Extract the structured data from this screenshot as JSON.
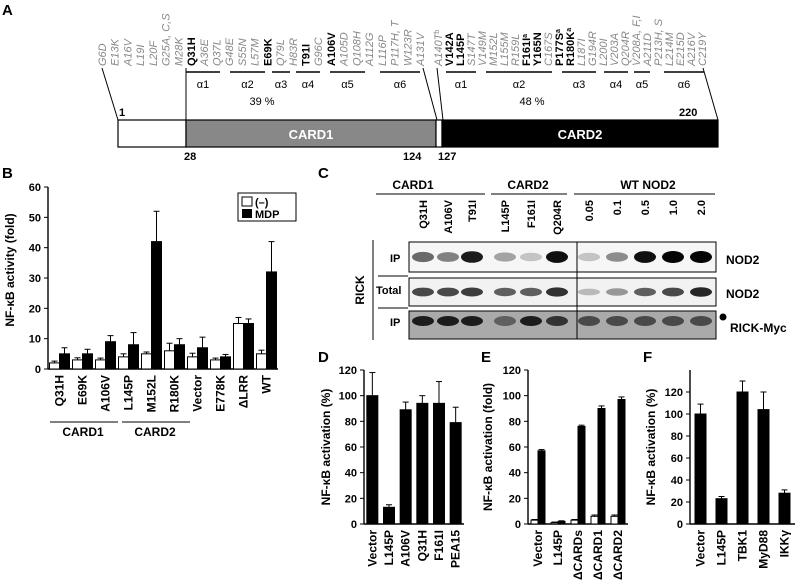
{
  "panels": {
    "A": "A",
    "B": "B",
    "C": "C",
    "D": "D",
    "E": "E",
    "F": "F"
  },
  "panel_a": {
    "card1_mutations": [
      {
        "t": "G6D",
        "b": false
      },
      {
        "t": "E13K",
        "b": false
      },
      {
        "t": "A16V",
        "b": false
      },
      {
        "t": "L19I",
        "b": false
      },
      {
        "t": "L20F",
        "b": false
      },
      {
        "t": "G25A, C,S",
        "b": false
      },
      {
        "t": "M28K",
        "b": false
      },
      {
        "t": "Q31H",
        "b": true
      },
      {
        "t": "A36E",
        "b": false
      },
      {
        "t": "Q37L",
        "b": false
      },
      {
        "t": "G48E",
        "b": false
      },
      {
        "t": "S55N",
        "b": false
      },
      {
        "t": "L57M",
        "b": false
      },
      {
        "t": "E69K",
        "b": true
      },
      {
        "t": "Q79L",
        "b": false
      },
      {
        "t": "H83R",
        "b": false
      },
      {
        "t": "T91I",
        "b": true
      },
      {
        "t": "G96C",
        "b": false
      },
      {
        "t": "A106V",
        "b": true
      },
      {
        "t": "A105D",
        "b": false
      },
      {
        "t": "Q108H",
        "b": false
      },
      {
        "t": "A112G",
        "b": false
      },
      {
        "t": "L116P",
        "b": false
      },
      {
        "t": "P117H, T",
        "b": false
      },
      {
        "t": "W123R",
        "b": false
      },
      {
        "t": "A131V",
        "b": false
      }
    ],
    "card2_mutations": [
      {
        "t": "A140T",
        "sup": "b",
        "b": false
      },
      {
        "t": "V142A",
        "b": true
      },
      {
        "t": "L145P",
        "b": true
      },
      {
        "t": "S147T",
        "b": false
      },
      {
        "t": "V149M",
        "b": false
      },
      {
        "t": "M152L",
        "b": false
      },
      {
        "t": "L155M",
        "b": false
      },
      {
        "t": "R159L",
        "b": false
      },
      {
        "t": "F161I",
        "sup": "a",
        "b": true
      },
      {
        "t": "Y165N",
        "b": true
      },
      {
        "t": "C167S",
        "b": false
      },
      {
        "t": "P177S",
        "sup": "a",
        "b": true
      },
      {
        "t": "R180K",
        "sup": "a",
        "b": true
      },
      {
        "t": "L187I",
        "b": false
      },
      {
        "t": "G194R",
        "b": false
      },
      {
        "t": "L200I",
        "b": false
      },
      {
        "t": "V203A",
        "b": false
      },
      {
        "t": "Q204R",
        "b": false
      },
      {
        "t": "V208A, F,I",
        "b": false
      },
      {
        "t": "A211D",
        "b": false
      },
      {
        "t": "P213H, S",
        "b": false
      },
      {
        "t": "L214M",
        "b": false
      },
      {
        "t": "E215D",
        "b": false
      },
      {
        "t": "A216V",
        "b": false
      },
      {
        "t": "C219Y",
        "b": false
      }
    ],
    "helices_card1": [
      "α1",
      "α2",
      "α3",
      "α4",
      "α5",
      "α6"
    ],
    "helices_card2": [
      "α1",
      "α2",
      "α3",
      "α4",
      "α5",
      "α6"
    ],
    "identity_card1": "39 %",
    "identity_card2": "48 %",
    "domain_card1": "CARD1",
    "domain_card2": "CARD2",
    "pos_1": "1",
    "pos_28": "28",
    "pos_124": "124",
    "pos_127": "127",
    "pos_220": "220"
  },
  "panel_b": {
    "ylabel": "NF-κB activity (fold)",
    "legend": [
      "(–)",
      "MDP"
    ],
    "group_card1": "CARD1",
    "group_card2": "CARD2"
  },
  "panel_c": {
    "card1_label": "CARD1",
    "card2_label": "CARD2",
    "wt_label": "WT NOD2",
    "lanes": [
      "Q31H",
      "A106V",
      "T91I",
      "L145P",
      "F161I",
      "Q204R",
      "0.05",
      "0.1",
      "0.5",
      "1.0",
      "2.0"
    ],
    "side_label": "RICK",
    "rows": [
      "IP",
      "Total",
      "IP"
    ],
    "band_labels": [
      "NOD2",
      "NOD2",
      "RICK-Myc"
    ]
  },
  "chart_data": [
    {
      "type": "bar",
      "panel": "B",
      "categories": [
        "Q31H",
        "E69K",
        "A106V",
        "L145P",
        "M152L",
        "R180K",
        "Vector",
        "E778K",
        "ΔLRR",
        "WT"
      ],
      "series": [
        {
          "name": "(–)",
          "values": [
            2,
            3,
            3,
            4,
            5,
            6,
            4,
            3,
            15,
            5
          ]
        },
        {
          "name": "MDP",
          "values": [
            5,
            5,
            9,
            8,
            42,
            8,
            7,
            4,
            15,
            32
          ]
        }
      ],
      "errors": [
        [
          0.6,
          0.7,
          0.6,
          1,
          0.6,
          2.5,
          1.2,
          0.6,
          2,
          1.2
        ],
        [
          2,
          1.5,
          2,
          4,
          10,
          2,
          3.5,
          0.8,
          1.5,
          10
        ]
      ],
      "ylabel": "NF-κB activity (fold)",
      "ylim": [
        0,
        60
      ],
      "yticks": [
        0,
        10,
        20,
        30,
        40,
        50,
        60
      ]
    },
    {
      "type": "bar",
      "panel": "D",
      "categories": [
        "Vector",
        "L145P",
        "A106V",
        "Q31H",
        "F161I",
        "PEA15"
      ],
      "values": [
        100,
        13,
        89,
        94,
        94,
        79
      ],
      "errors": [
        18,
        2,
        6,
        6,
        17,
        12
      ],
      "ylabel": "NF-κB activation (%)",
      "ylim": [
        0,
        120
      ],
      "yticks": [
        0,
        20,
        40,
        60,
        80,
        100,
        120
      ]
    },
    {
      "type": "bar",
      "panel": "E",
      "categories": [
        "Vector",
        "L145P",
        "ΔCARDs",
        "ΔCARD1",
        "ΔCARD2"
      ],
      "series": [
        {
          "name": "open",
          "values": [
            3,
            1,
            3,
            6,
            6
          ]
        },
        {
          "name": "filled",
          "values": [
            57,
            2,
            76,
            90,
            97
          ]
        }
      ],
      "errors": [
        [
          0.5,
          0.5,
          0.5,
          1,
          1
        ],
        [
          1,
          0.5,
          1,
          2,
          2
        ]
      ],
      "ylabel": "NF-κB activation (fold)",
      "ylim": [
        0,
        120
      ],
      "yticks": [
        0,
        20,
        40,
        60,
        80,
        100,
        120
      ]
    },
    {
      "type": "bar",
      "panel": "F",
      "categories": [
        "Vector",
        "L145P",
        "TBK1",
        "MyD88",
        "IKKγ"
      ],
      "values": [
        100,
        23,
        120,
        104,
        28
      ],
      "errors": [
        9,
        2,
        10,
        16,
        3
      ],
      "ylabel": "NF-κB activation (%)",
      "ylim": [
        0,
        140
      ],
      "yticks": [
        0,
        20,
        40,
        60,
        80,
        100,
        120
      ]
    }
  ]
}
